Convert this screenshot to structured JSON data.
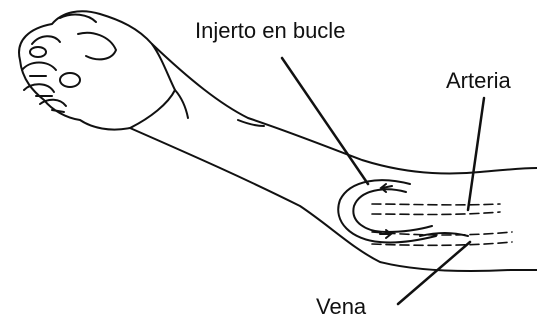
{
  "labels": {
    "loop_graft": "Injerto en bucle",
    "artery": "Arteria",
    "vein": "Vena"
  },
  "colors": {
    "ink": "#111111",
    "background": "#ffffff"
  }
}
